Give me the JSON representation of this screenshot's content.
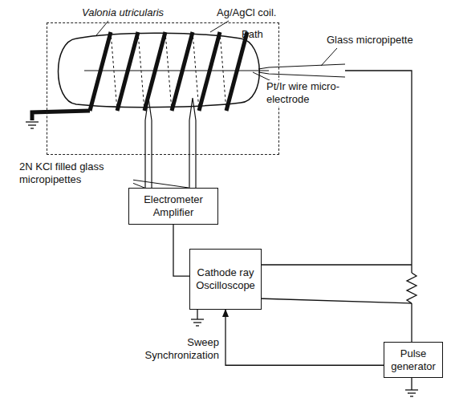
{
  "diagram": {
    "nodes": [
      {
        "text": [
          "Bath"
        ]
      },
      {
        "text": [
          "Electrometer Amplifier"
        ]
      },
      {
        "text": [
          "Cathode ray Oscilloscope"
        ]
      },
      {
        "text": [
          "Pulse generator"
        ]
      }
    ],
    "edges": [
      {
        "from": 1,
        "to": 2,
        "arrow": "none"
      },
      {
        "from": 3,
        "to": 2,
        "label": "Sweep Synchronization",
        "arrow": "to"
      }
    ],
    "labels": [
      "Valonia utricularis",
      "Ag/AgCl coil.",
      "Glass micropipette",
      "Pt/Ir wire micro- electrode",
      "2N KCl filled glass micropipettes"
    ]
  }
}
